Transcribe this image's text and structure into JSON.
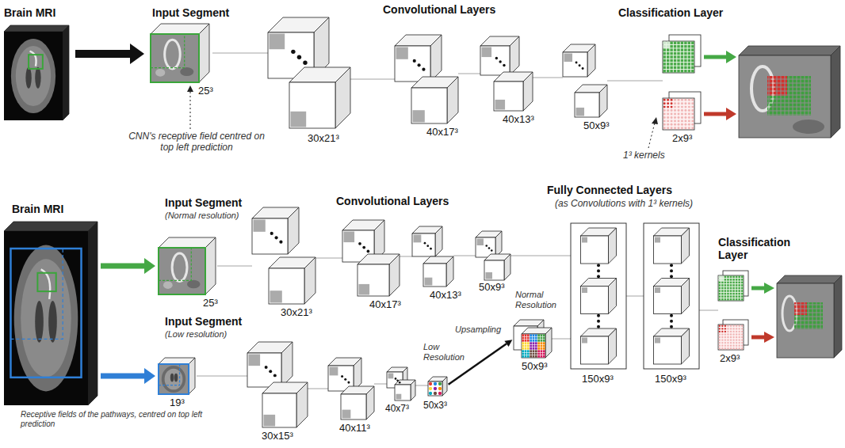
{
  "diagram": {
    "nodes": [
      {
        "text": [
          "Brain MRI"
        ]
      },
      {
        "text": [
          "Input Segment",
          "25³"
        ]
      },
      {
        "text": [
          "30x21³"
        ]
      },
      {
        "text": [
          "40x17³"
        ]
      },
      {
        "text": [
          "40x13³"
        ]
      },
      {
        "text": [
          "50x9³"
        ]
      },
      {
        "text": [
          "Classification Layer",
          "2x9³"
        ]
      },
      {
        "text": [
          "Brain MRI"
        ]
      },
      {
        "text": [
          "Input Segment",
          "(Normal resolution)",
          "25³"
        ]
      },
      {
        "text": [
          "30x21³"
        ]
      },
      {
        "text": [
          "40x17³"
        ]
      },
      {
        "text": [
          "40x13³"
        ]
      },
      {
        "text": [
          "50x9³"
        ]
      },
      {
        "text": [
          "Input Segment",
          "(Low resolution)",
          "19³"
        ]
      },
      {
        "text": [
          "30x15³"
        ]
      },
      {
        "text": [
          "40x11³"
        ]
      },
      {
        "text": [
          "40x7³"
        ]
      },
      {
        "text": [
          "Low Resolution",
          "50x3³"
        ]
      },
      {
        "text": [
          "Normal Resolution",
          "50x9³"
        ]
      },
      {
        "text": [
          "150x9³"
        ]
      },
      {
        "text": [
          "150x9³"
        ]
      },
      {
        "text": [
          "Classification Layer",
          "2x9³"
        ]
      }
    ],
    "edges": [
      {
        "from": 0,
        "to": 1,
        "arrow": "to"
      },
      {
        "from": 1,
        "to": 2,
        "arrow": "none"
      },
      {
        "from": 2,
        "to": 3,
        "arrow": "none"
      },
      {
        "from": 3,
        "to": 4,
        "arrow": "none"
      },
      {
        "from": 4,
        "to": 5,
        "arrow": "none"
      },
      {
        "from": 5,
        "to": 6,
        "arrow": "none"
      },
      {
        "from": 7,
        "to": 8,
        "arrow": "to"
      },
      {
        "from": 7,
        "to": 13,
        "arrow": "to"
      },
      {
        "from": 8,
        "to": 9,
        "arrow": "none"
      },
      {
        "from": 9,
        "to": 10,
        "arrow": "none"
      },
      {
        "from": 10,
        "to": 11,
        "arrow": "none"
      },
      {
        "from": 11,
        "to": 12,
        "arrow": "none"
      },
      {
        "from": 13,
        "to": 14,
        "arrow": "none"
      },
      {
        "from": 14,
        "to": 15,
        "arrow": "none"
      },
      {
        "from": 15,
        "to": 16,
        "arrow": "none"
      },
      {
        "from": 16,
        "to": 17,
        "arrow": "none"
      },
      {
        "from": 17,
        "to": 18,
        "arrow": "to",
        "label": "Upsampling"
      },
      {
        "from": 12,
        "to": 19,
        "arrow": "none"
      },
      {
        "from": 18,
        "to": 19,
        "arrow": "none"
      },
      {
        "from": 19,
        "to": 20,
        "arrow": "none"
      },
      {
        "from": 20,
        "to": 21,
        "arrow": "none"
      }
    ],
    "labels": [
      "Convolutional Layers",
      "CNN's receptive field centred on top left prediction",
      "1³ kernels",
      "Convolutional Layers",
      "Fully Connected Layers",
      "(as Convolutions with 1³ kernels)",
      "Receptive fields of the pathways, centred on top left prediction"
    ]
  }
}
